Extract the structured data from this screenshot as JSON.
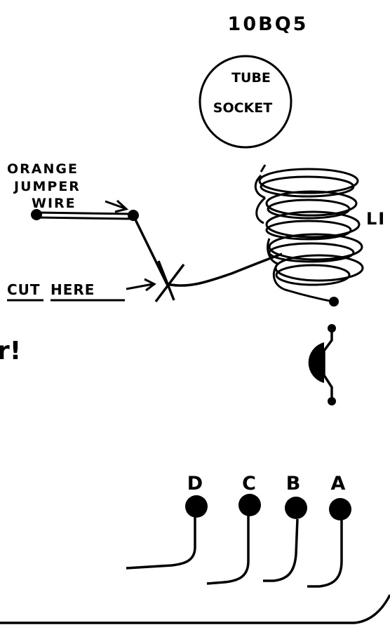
{
  "tube": {
    "type_label": "10BQ5",
    "socket_line1": "TUBE",
    "socket_line2": "SOCKET"
  },
  "jumper": {
    "line1": "ORANGE",
    "line2": "JUMPER",
    "line3": "WIRE"
  },
  "cut": {
    "word1": "CUT",
    "word2": "HERE"
  },
  "coil": {
    "label_partial": "LI"
  },
  "left_fragment": "r!",
  "terminals": [
    {
      "label": "D"
    },
    {
      "label": "C"
    },
    {
      "label": "B"
    },
    {
      "label": "A"
    }
  ],
  "colors": {
    "ink": "#000000",
    "paper": "#ffffff"
  }
}
